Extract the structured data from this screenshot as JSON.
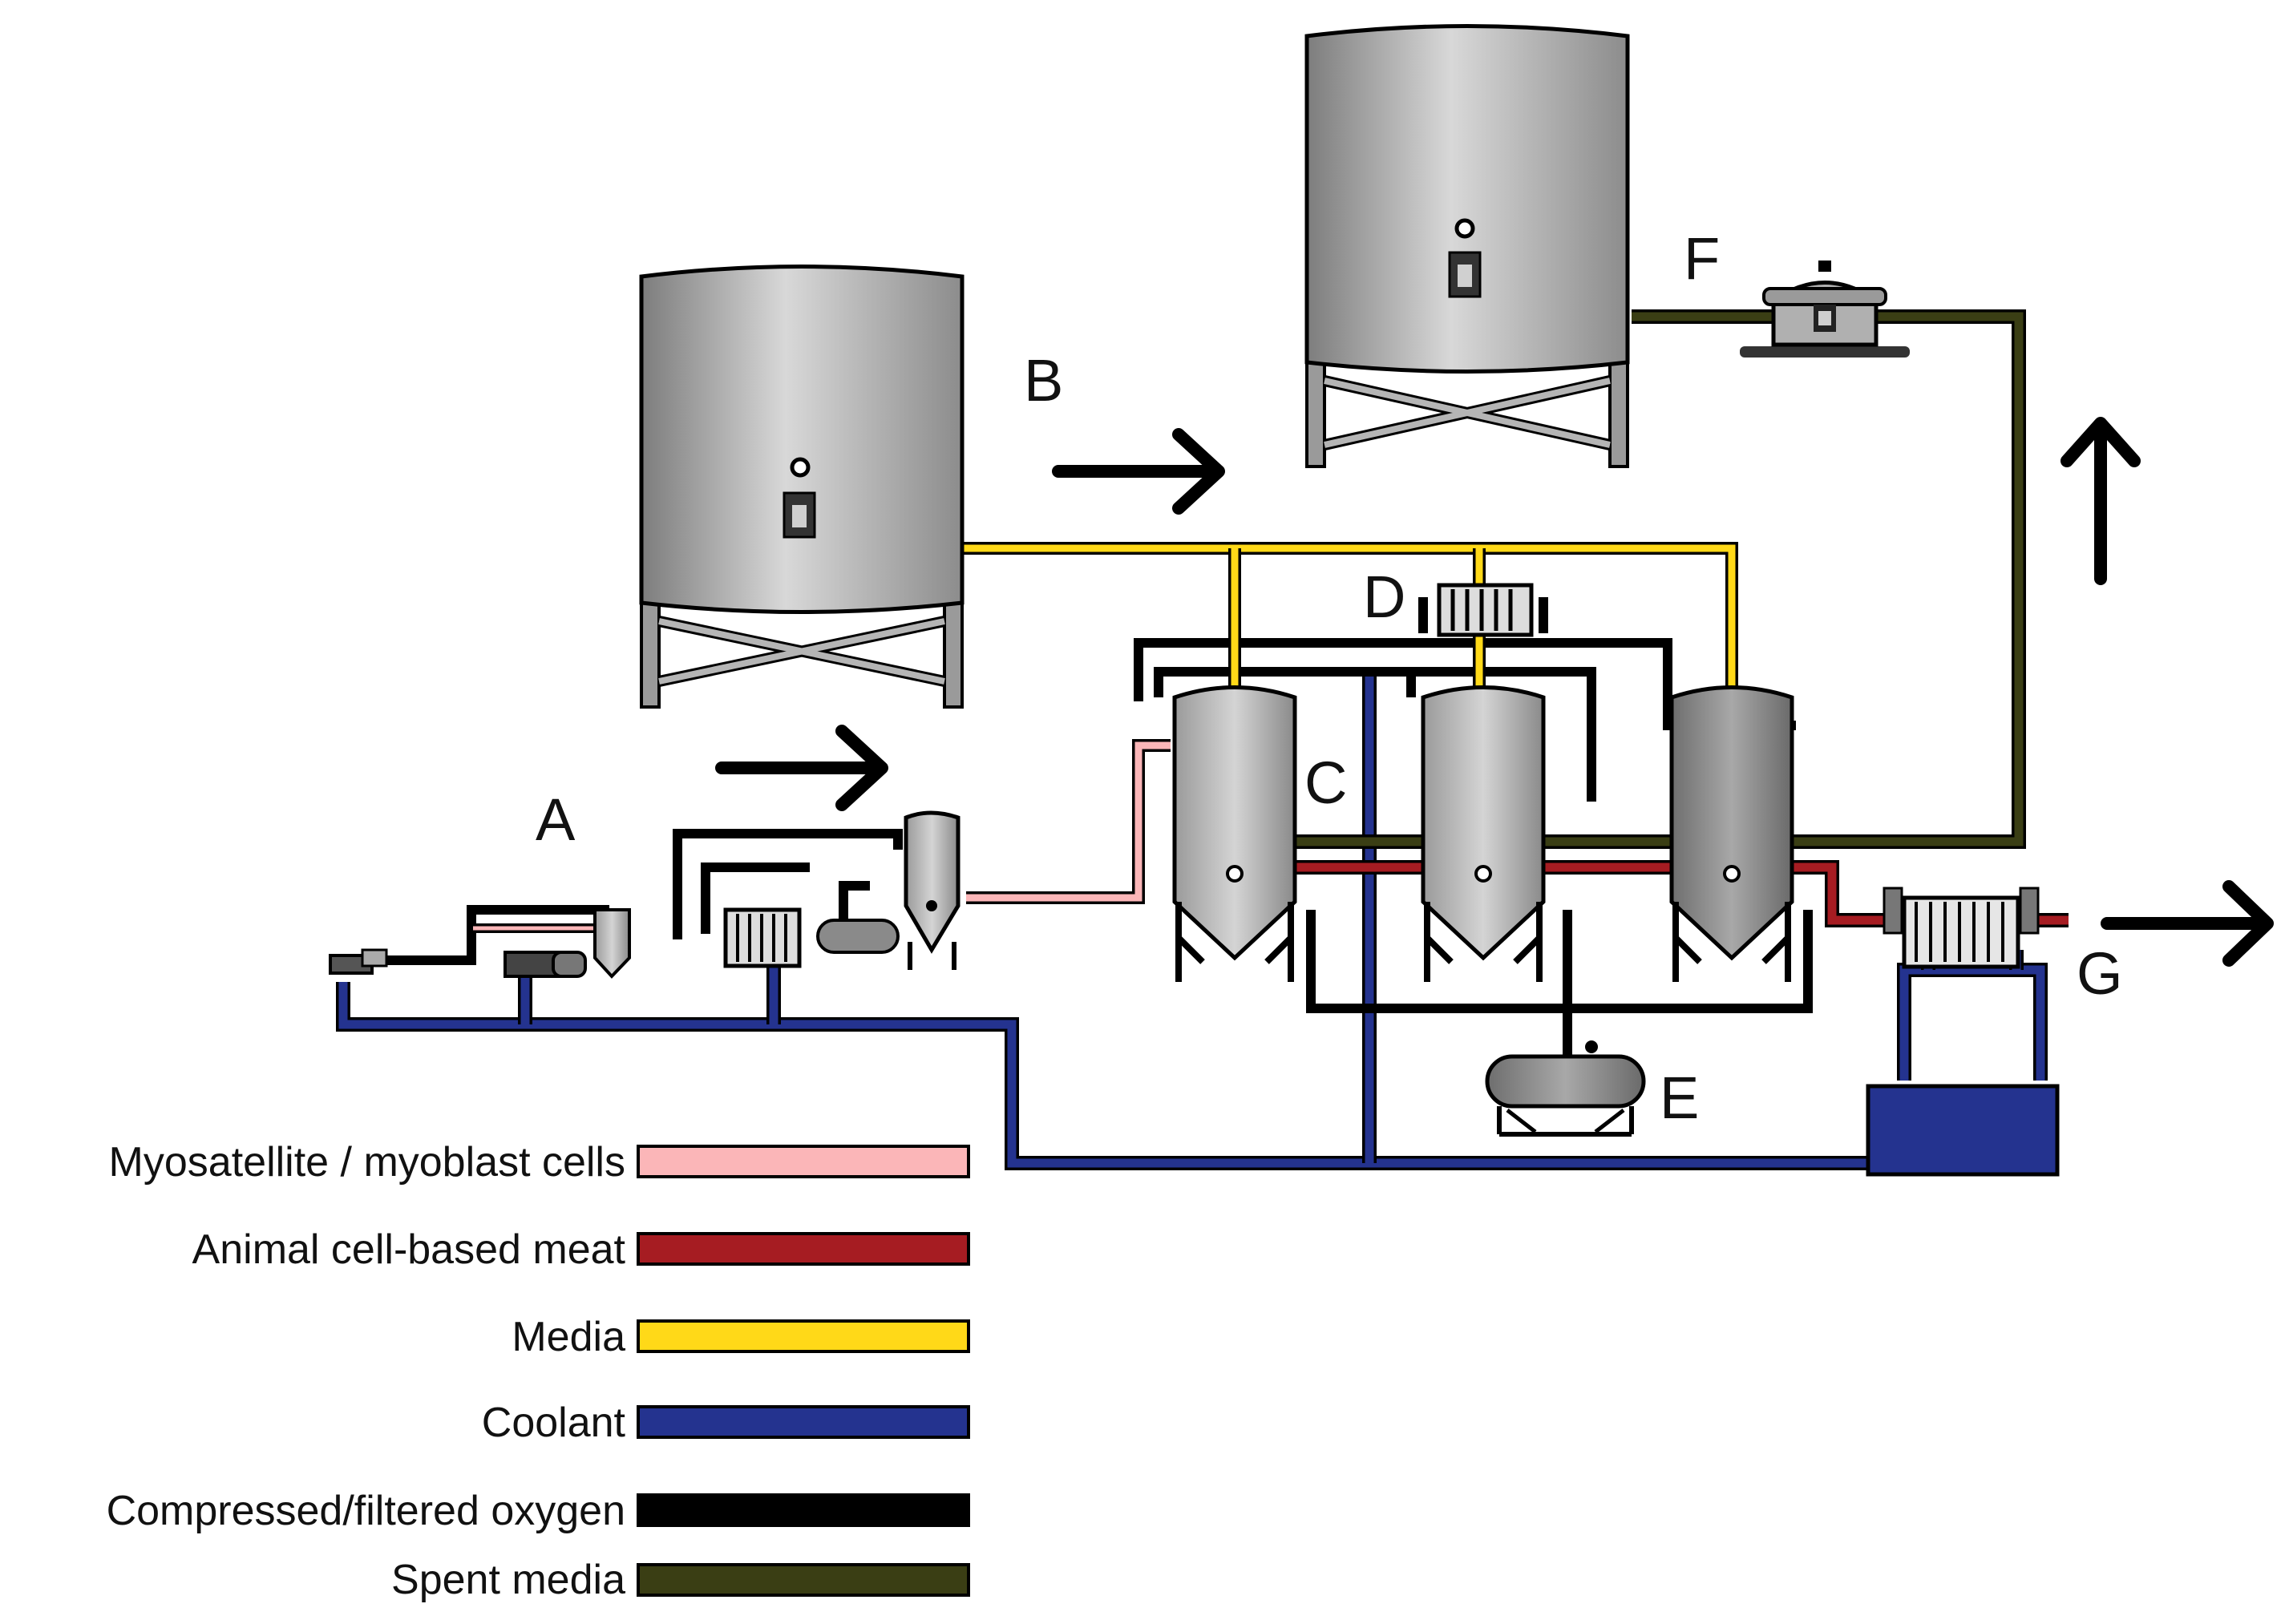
{
  "stages": {
    "a": "A",
    "b": "B",
    "c": "C",
    "d": "D",
    "e": "E",
    "f": "F",
    "g": "G"
  },
  "legend": [
    {
      "label": "Myosatellite / myoblast cells",
      "color": "#fbb6b8"
    },
    {
      "label": "Animal cell-based meat",
      "color": "#a61c22"
    },
    {
      "label": "Media",
      "color": "#ffd918"
    },
    {
      "label": "Coolant",
      "color": "#24338f"
    },
    {
      "label": "Compressed/filtered oxygen",
      "color": "#000000"
    },
    {
      "label": "Spent media",
      "color": "#3a3e14"
    }
  ],
  "colors": {
    "cells": "#fbb6b8",
    "meat": "#a61c22",
    "media": "#ffd918",
    "coolant": "#24338f",
    "oxygen": "#000000",
    "spent_media": "#3a3e14",
    "tank_light": "#cfcfcf",
    "tank_dark": "#8a8a8a"
  }
}
